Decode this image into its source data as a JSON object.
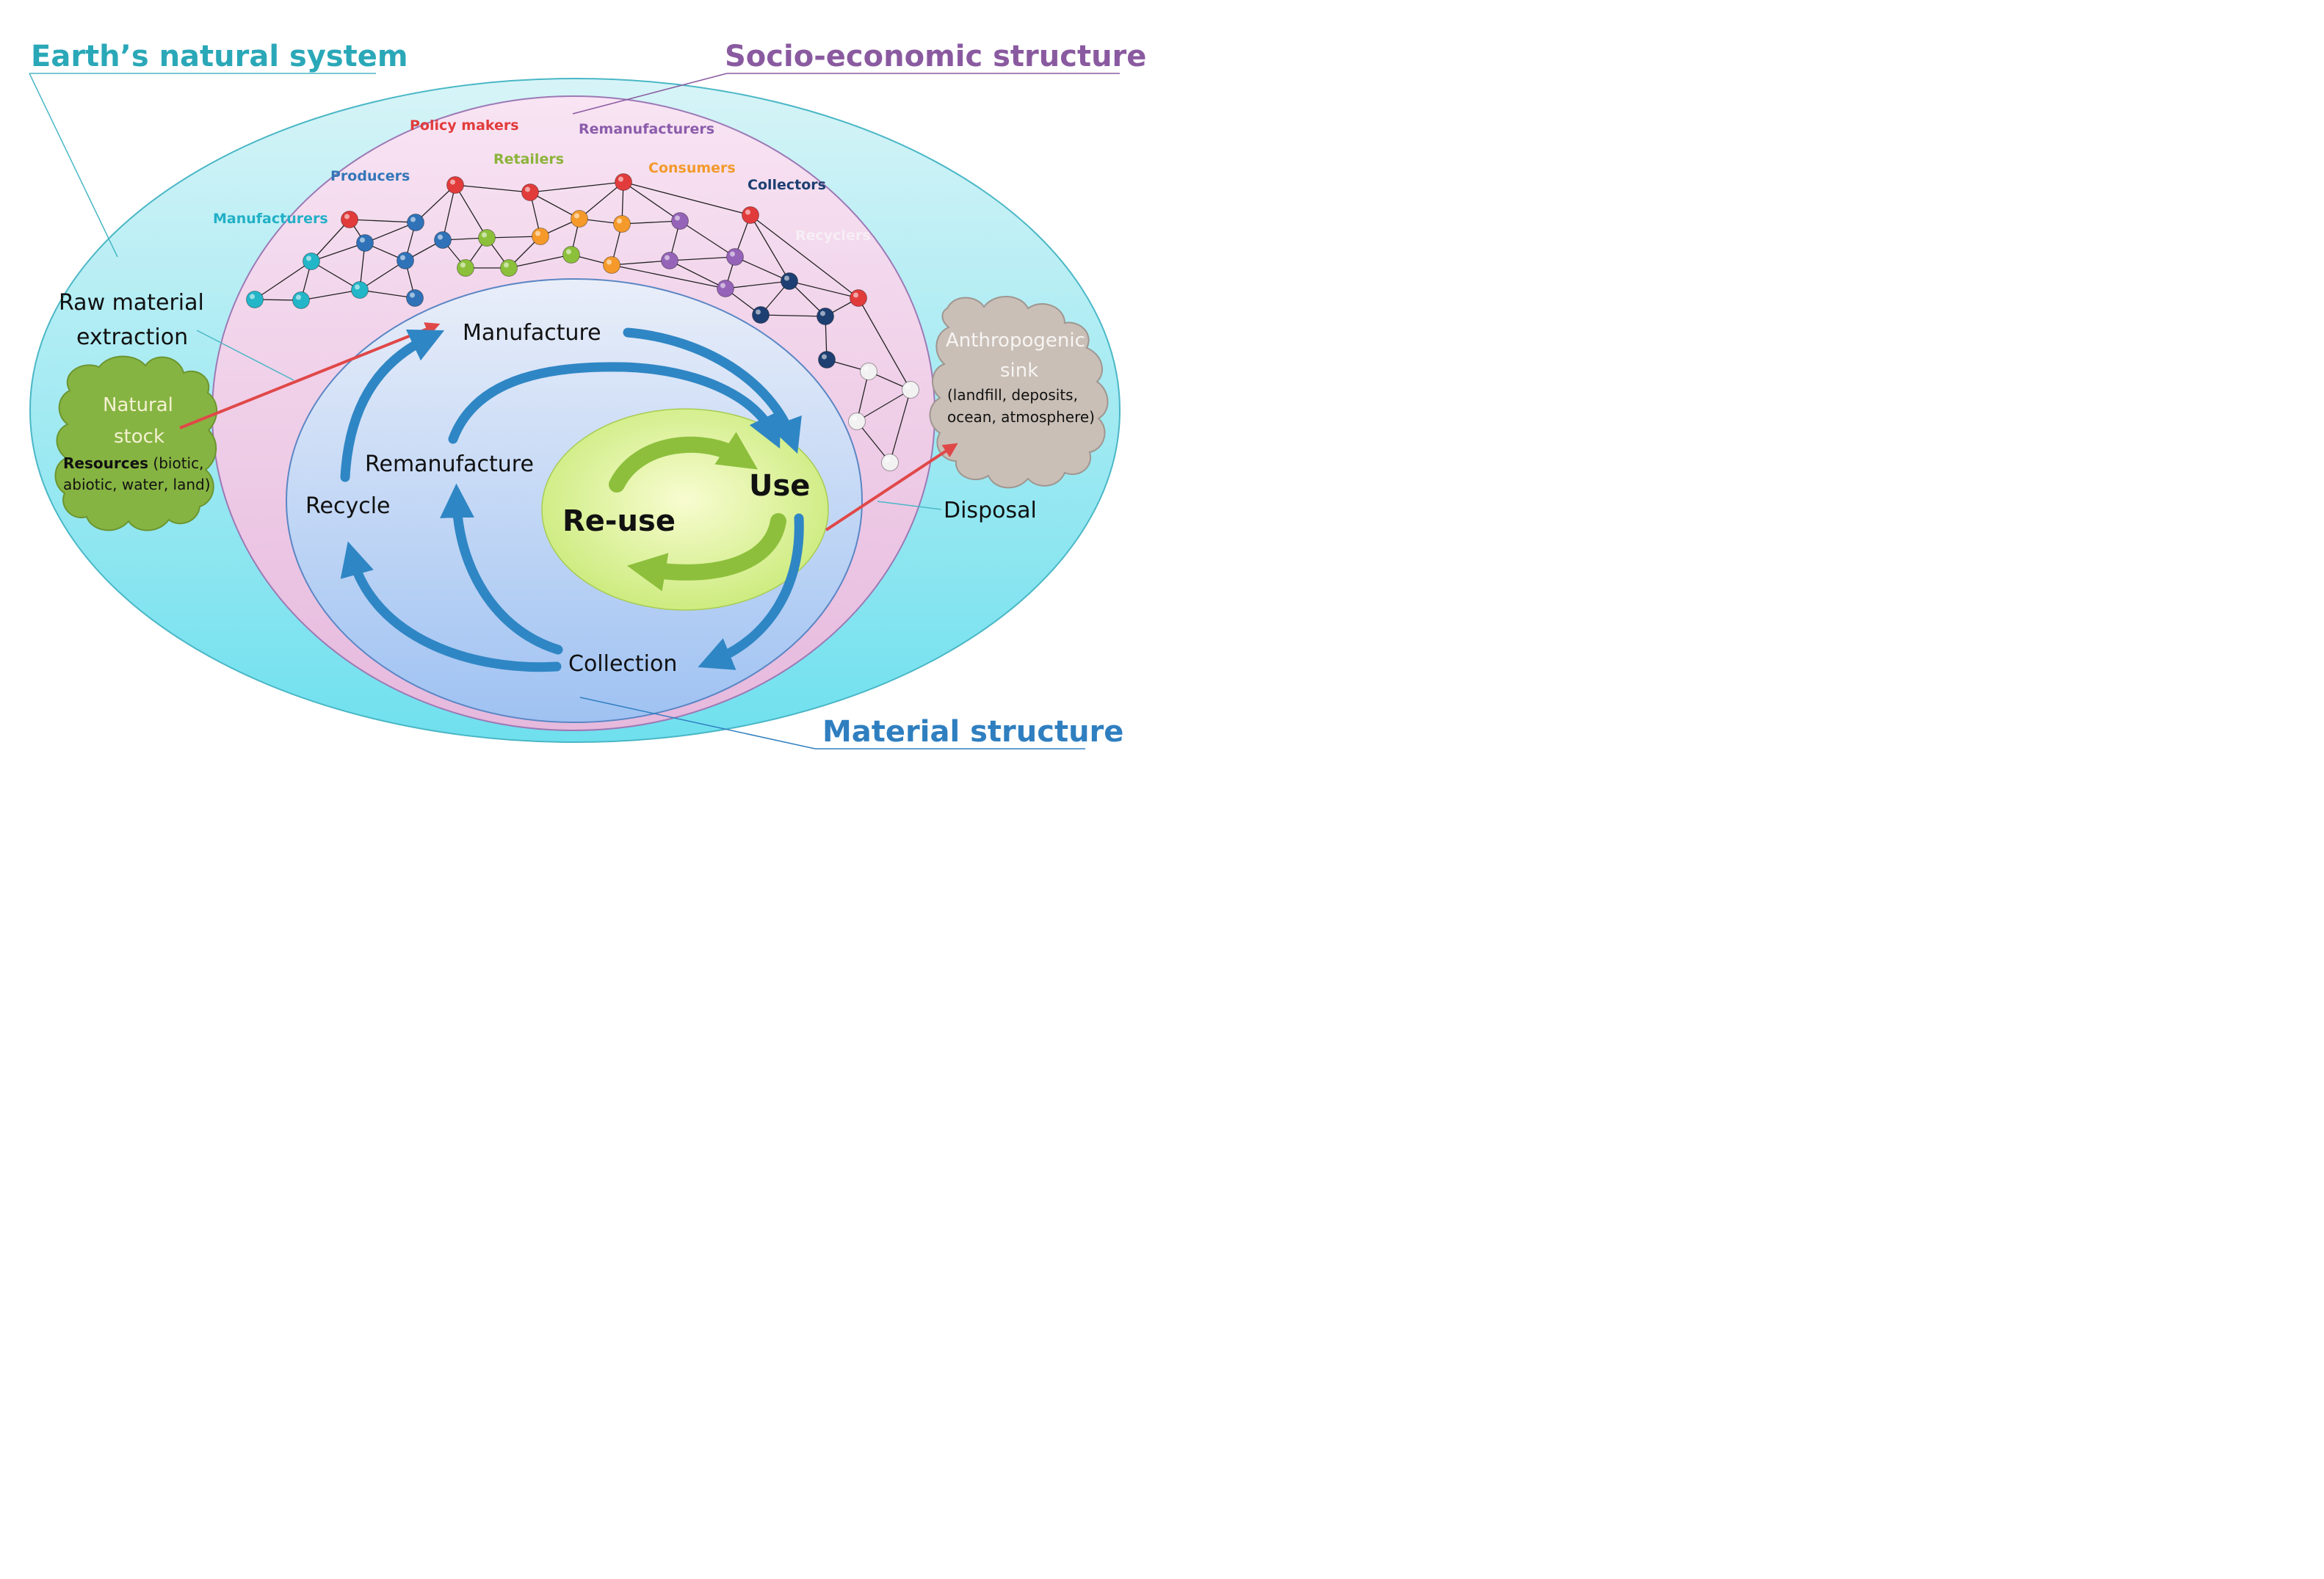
{
  "titles": {
    "earth": "Earth’s natural system",
    "socio": "Socio-economic structure",
    "material": "Material structure"
  },
  "roles": [
    {
      "key": "policy",
      "text": "Policy makers",
      "color": "#e23b3b"
    },
    {
      "key": "remanufacturers",
      "text": "Remanufacturers",
      "color": "#8b5cab"
    },
    {
      "key": "retailers",
      "text": "Retailers",
      "color": "#8cb33a"
    },
    {
      "key": "consumers",
      "text": "Consumers",
      "color": "#f39a2c"
    },
    {
      "key": "producers",
      "text": "Producers",
      "color": "#3476b8"
    },
    {
      "key": "collectors",
      "text": "Collectors",
      "color": "#1d3f72"
    },
    {
      "key": "manufacturers",
      "text": "Manufacturers",
      "color": "#22b0c6"
    },
    {
      "key": "recyclers",
      "text": "Recyclers",
      "color": "#f7eef5"
    }
  ],
  "labels": {
    "raw_line1": "Raw material",
    "raw_line2": "extraction",
    "natural_line1": "Natural",
    "natural_line2": "stock",
    "resources_bold": "Resources",
    "resources_rest": " (biotic,",
    "resources_line2": "abiotic, water, land)",
    "sink_line1": "Anthropogenic",
    "sink_line2": "sink",
    "sink_line3": "(landfill, deposits,",
    "sink_line4": "ocean, atmosphere)",
    "disposal": "Disposal"
  },
  "processes": {
    "manufacture": "Manufacture",
    "remanufacture": "Remanufacture",
    "recycle": "Recycle",
    "collection": "Collection",
    "use": "Use",
    "reuse": "Re-use"
  },
  "colors": {
    "earth_fill": "#8ee6f0",
    "socio_fill": "#f0cbe8",
    "material_fill": "#b9d4f6",
    "use_fill": "#e6f7a8",
    "flow_arrow": "#2f86c4",
    "reuse_arrow": "#8dbf3c",
    "extraction_arrow": "#e04848",
    "natural_stock": "#86b442",
    "sink": "#c9bfb7"
  }
}
